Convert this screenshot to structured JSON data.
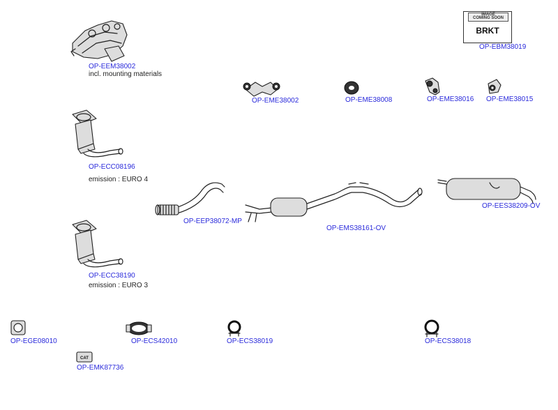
{
  "parts": {
    "ebm38019": "OP-EBM38019",
    "eem38002": "OP-EEM38002",
    "eem38002_note": "incl. mounting materials",
    "eme38002": "OP-EME38002",
    "eme38008": "OP-EME38008",
    "eme38016": "OP-EME38016",
    "eme38015": "OP-EME38015",
    "ecc08196": "OP-ECC08196",
    "ecc08196_note": "emission : EURO 4",
    "eep38072": "OP-EEP38072-MP",
    "ems38161": "OP-EMS38161-OV",
    "ees38209": "OP-EES38209-OV",
    "ecc38190": "OP-ECC38190",
    "ecc38190_note": "emission : EURO 3",
    "ege08010": "OP-EGE08010",
    "ecs42010": "OP-ECS42010",
    "ecs38019": "OP-ECS38019",
    "ecs38018": "OP-ECS38018",
    "emk87736": "OP-EMK87736"
  },
  "badge": {
    "top_line1": "IMAGE",
    "top_line2": "COMING SOON",
    "text": "BRKT"
  },
  "kit_label": "CAT"
}
